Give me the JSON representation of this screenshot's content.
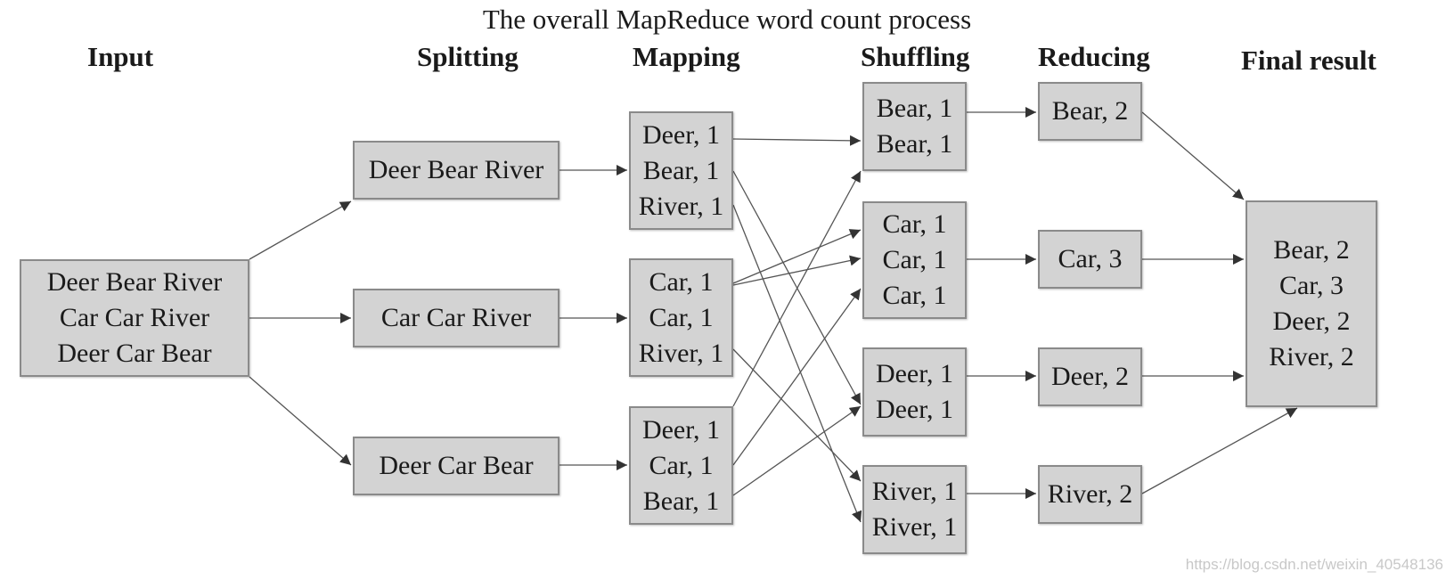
{
  "title": "The overall MapReduce word count process",
  "headers": {
    "input": "Input",
    "splitting": "Splitting",
    "mapping": "Mapping",
    "shuffling": "Shuffling",
    "reducing": "Reducing",
    "final": "Final result"
  },
  "input": [
    "Deer Bear River",
    "Car Car River",
    "Deer Car Bear"
  ],
  "splits": [
    "Deer Bear River",
    "Car Car River",
    "Deer Car Bear"
  ],
  "maps": [
    [
      "Deer, 1",
      "Bear, 1",
      "River, 1"
    ],
    [
      "Car, 1",
      "Car, 1",
      "River, 1"
    ],
    [
      "Deer, 1",
      "Car, 1",
      "Bear, 1"
    ]
  ],
  "shuffles": [
    [
      "Bear, 1",
      "Bear, 1"
    ],
    [
      "Car, 1",
      "Car, 1",
      "Car, 1"
    ],
    [
      "Deer, 1",
      "Deer, 1"
    ],
    [
      "River, 1",
      "River, 1"
    ]
  ],
  "reduces": [
    "Bear, 2",
    "Car, 3",
    "Deer, 2",
    "River, 2"
  ],
  "final": [
    "Bear, 2",
    "Car, 3",
    "Deer, 2",
    "River, 2"
  ],
  "watermark": "https://blog.csdn.net/weixin_40548136"
}
